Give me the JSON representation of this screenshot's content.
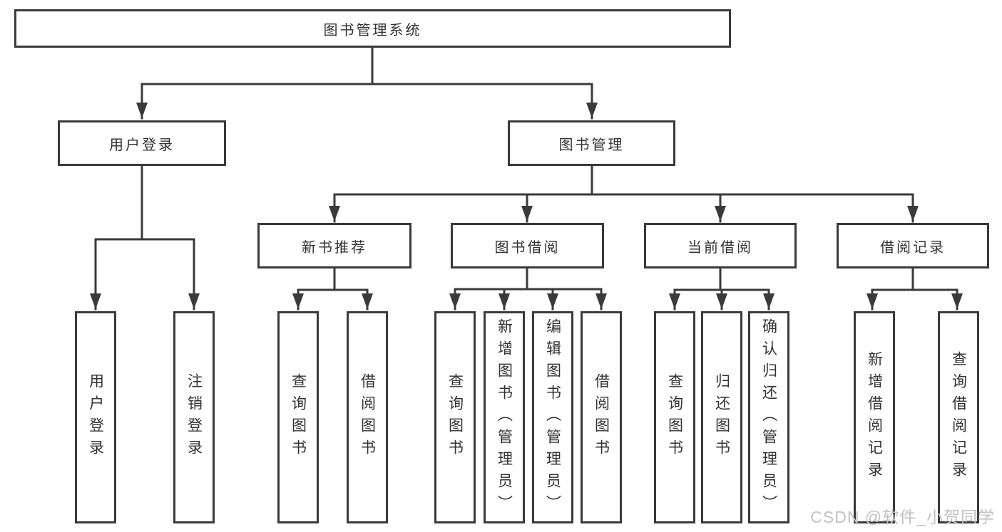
{
  "tree": {
    "label": "图书管理系统",
    "children": [
      {
        "label": "用户登录",
        "children": [
          {
            "label": "用户登录"
          },
          {
            "label": "注销登录"
          }
        ]
      },
      {
        "label": "图书管理",
        "children": [
          {
            "label": "新书推荐",
            "children": [
              {
                "label": "查询图书"
              },
              {
                "label": "借阅图书"
              }
            ]
          },
          {
            "label": "图书借阅",
            "children": [
              {
                "label": "查询图书"
              },
              {
                "label": "新增图书（管理员）"
              },
              {
                "label": "编辑图书（管理员）"
              },
              {
                "label": "借阅图书"
              }
            ]
          },
          {
            "label": "当前借阅",
            "children": [
              {
                "label": "查询图书"
              },
              {
                "label": "归还图书"
              },
              {
                "label": "确认归还（管理员）"
              }
            ]
          },
          {
            "label": "借阅记录",
            "children": [
              {
                "label": "新增借阅记录"
              },
              {
                "label": "查询借阅记录"
              }
            ]
          }
        ]
      }
    ]
  },
  "watermark": {
    "text": "CSDN @软件_小贺同学"
  },
  "colors": {
    "line": "#3a3a3a",
    "text": "#333333",
    "box_background": "#ffffff",
    "watermark": "#c2c2c2",
    "background": "#ffffff"
  }
}
